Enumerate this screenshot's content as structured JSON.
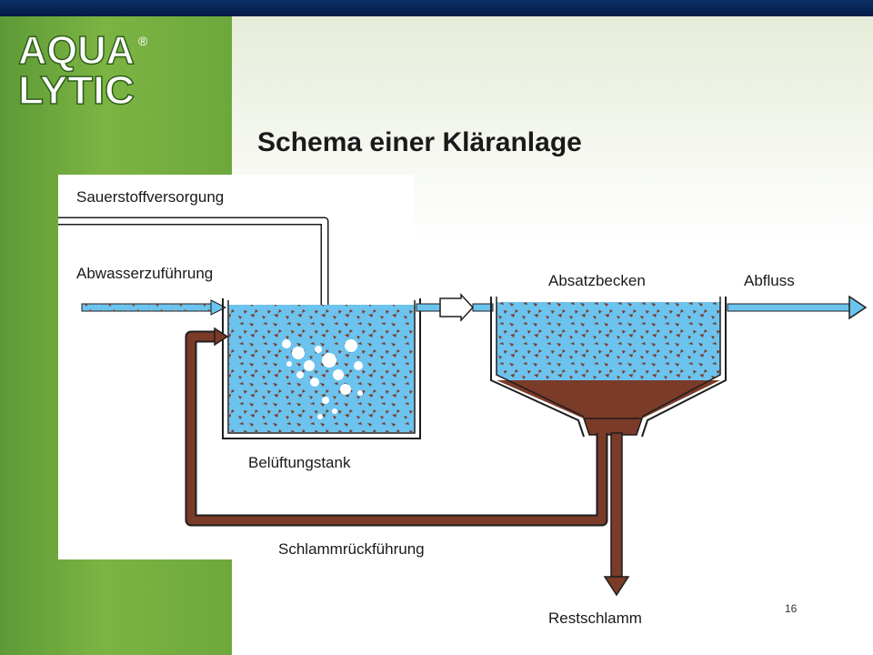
{
  "slide": {
    "title": "Schema einer Kläranlage",
    "page_number": "16"
  },
  "logo": {
    "line1": "AQUA",
    "line2": "LYTIC",
    "registered_mark": "®"
  },
  "labels": {
    "oxygen_supply": "Sauerstoffversorgung",
    "wastewater_inflow": "Abwasserzuführung",
    "settling_tank": "Absatzbecken",
    "outflow": "Abfluss",
    "aeration_tank": "Belüftungstank",
    "sludge_return": "Schlammrückführung",
    "excess_sludge": "Restschlamm"
  },
  "colors": {
    "topbar": "#0a2a5e",
    "sidebar_green": "#6ea83c",
    "water": "#6cc3ee",
    "sludge": "#7a3b28",
    "pipe_outline": "#1e1e1e"
  }
}
